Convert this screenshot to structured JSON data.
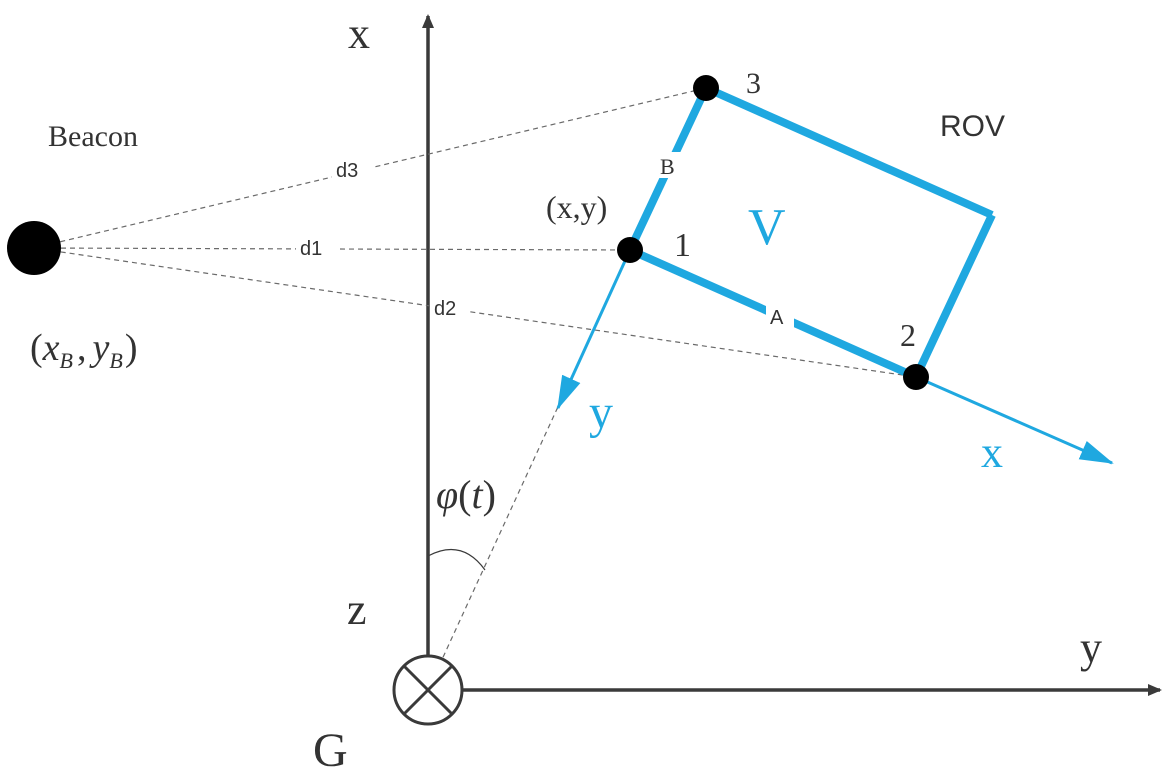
{
  "colors": {
    "ink": "#3a3a3a",
    "rov_blue": "#1fa8e0",
    "dash": "#6a6a6a"
  },
  "global_frame": {
    "x_axis_label": "x",
    "y_axis_label": "y",
    "z_axis_label": "z",
    "origin_label": "G",
    "origin_symbol": "circle-cross-icon"
  },
  "beacon": {
    "label": "Beacon",
    "coord_x_base": "x",
    "coord_x_sub": "B",
    "coord_y_base": "y",
    "coord_y_sub": "B",
    "paren_open": "(",
    "comma": ",",
    "paren_close": ")"
  },
  "rov": {
    "label": "ROV",
    "velocity_label": "V",
    "body_x_label": "x",
    "body_y_label": "y",
    "side_a_label": "A",
    "side_b_label": "B"
  },
  "points": [
    {
      "id": "1",
      "label": "1"
    },
    {
      "id": "2",
      "label": "2"
    },
    {
      "id": "3",
      "label": "3"
    }
  ],
  "point1_coord_label": "(x,y)",
  "distances": {
    "d1": "d1",
    "d2": "d2",
    "d3": "d3"
  },
  "heading": {
    "phi": "φ",
    "open": "(",
    "t": "t",
    "close": ")"
  }
}
